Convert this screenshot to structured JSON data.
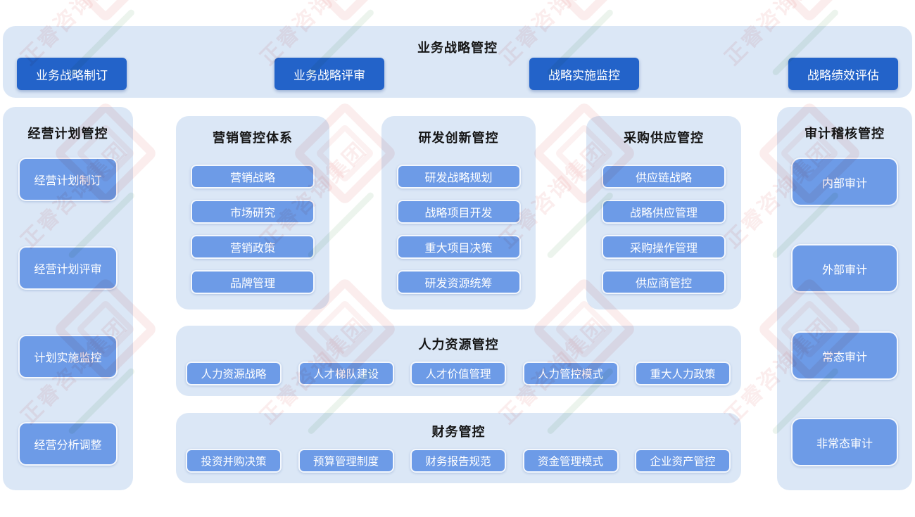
{
  "banner": {
    "title": "业务战略管控",
    "buttons": [
      {
        "label": "业务战略制订"
      },
      {
        "label": "业务战略评审"
      },
      {
        "label": "战略实施监控"
      },
      {
        "label": "战略绩效评估"
      }
    ]
  },
  "left_panel": {
    "title": "经营计划管控",
    "items": [
      "经营计划制订",
      "经营计划评审",
      "计划实施监控",
      "经营分析调整"
    ]
  },
  "middle_panels": [
    {
      "title": "营销管控体系",
      "items": [
        "营销战略",
        "市场研究",
        "营销政策",
        "品牌管理"
      ]
    },
    {
      "title": "研发创新管控",
      "items": [
        "研发战略规划",
        "战略项目开发",
        "重大项目决策",
        "研发资源统筹"
      ]
    },
    {
      "title": "采购供应管控",
      "items": [
        "供应链战略",
        "战略供应管理",
        "采购操作管理",
        "供应商管控"
      ]
    }
  ],
  "hr_panel": {
    "title": "人力资源管控",
    "items": [
      "人力资源战略",
      "人才梯队建设",
      "人才价值管理",
      "人力管控模式",
      "重大人力政策"
    ]
  },
  "finance_panel": {
    "title": "财务管控",
    "items": [
      "投资并购决策",
      "预算管理制度",
      "财务报告规范",
      "资金管理模式",
      "企业资产管控"
    ]
  },
  "right_panel": {
    "title": "审计稽核管控",
    "items": [
      "内部审计",
      "外部审计",
      "常态审计",
      "非常态审计"
    ]
  },
  "watermark": {
    "text": "正睿咨询集团"
  },
  "colors": {
    "panel_bg": "#dbe7f6",
    "dark_button": "#2363c9",
    "light_button": "#6d9be7",
    "watermark_pink": "#e07474",
    "watermark_green": "#78b482"
  }
}
